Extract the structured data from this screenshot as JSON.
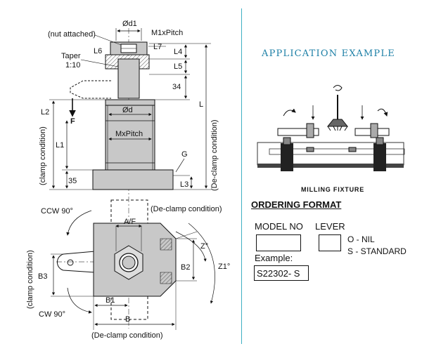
{
  "side_view": {
    "d1": "Ød1",
    "pitch1": "M1xPitch",
    "nut": "(nut attached)",
    "taper": "Taper",
    "taper_ratio": "1:10",
    "l6": "L6",
    "l7": "L7",
    "l4": "L4",
    "l5": "L5",
    "dim34": "34",
    "l": "L",
    "l2": "L2",
    "force": "F",
    "d": "Ød",
    "pitch": "MxPitch",
    "l1": "L1",
    "g": "G",
    "dim35": "35",
    "l3": "L3",
    "clamp_condition": "(clamp condition)",
    "declamp_condition": "(De-clamp condition)"
  },
  "top_view": {
    "ccw": "CCW 90°",
    "declamp": "(De-clamp condition)",
    "af": "A/F",
    "z0": "Z°",
    "z1": "Z1°",
    "clamp": "(clamp condition)",
    "b3": "B3",
    "b2": "B2",
    "b1": "B1",
    "cw": "CW 90°",
    "b": "B",
    "declamp_bottom": "(De-clamp condition)"
  },
  "application": {
    "title": "APPLICATION EXAMPLE",
    "fixture_label": "MILLING FIXTURE"
  },
  "ordering": {
    "title": "ORDERING FORMAT",
    "model_label": "MODEL NO",
    "lever_label": "LEVER",
    "option_nil": "O - NIL",
    "option_standard": "S - STANDARD",
    "example_label": "Example:",
    "example_value": "S22302- S"
  },
  "colors": {
    "body_fill": "#c8c8c8",
    "accent": "#1c7fa6",
    "divider": "#3fb0c4"
  }
}
